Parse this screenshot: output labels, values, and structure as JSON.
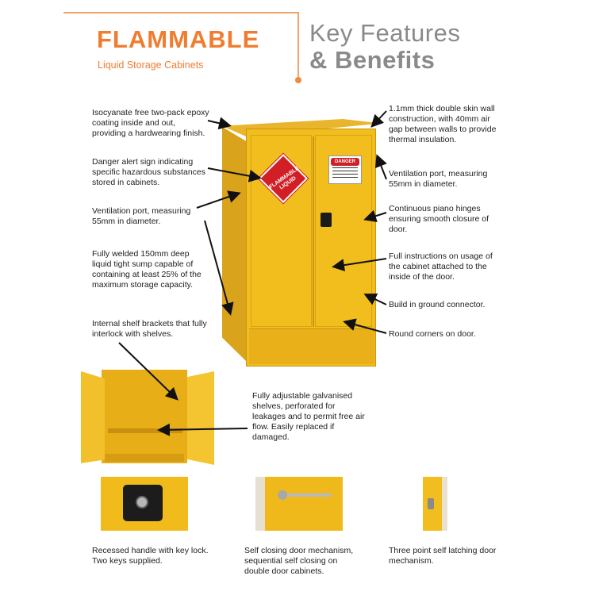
{
  "header": {
    "title": "FLAMMABLE",
    "subtitle": "Liquid Storage Cabinets",
    "key_features_line1": "Key Features",
    "key_features_line2": "& Benefits"
  },
  "cabinet": {
    "placard_text": "FLAMMABLE LIQUID",
    "danger_sign": "DANGER"
  },
  "callouts": {
    "epoxy": "Isocyanate free two-pack epoxy\ncoating inside and out,\nproviding a hardwearing finish.",
    "danger_sign": "Danger alert sign indicating\nspecific hazardous substances\nstored in cabinets.",
    "vent_left": "Ventilation port, measuring\n55mm in diameter.",
    "sump": "Fully welded 150mm deep\nliquid tight sump capable of\ncontaining at least 25% of the\nmaximum storage capacity.",
    "shelf_brackets": "Internal shelf brackets that fully\ninterlock with shelves.",
    "double_skin": "1.1mm thick double skin wall\nconstruction, with 40mm air\ngap between walls to provide\nthermal insulation.",
    "vent_right": "Ventilation port, measuring\n55mm in diameter.",
    "hinges": "Continuous piano hinges\nensuring smooth closure of\ndoor.",
    "instructions": "Full instructions on usage of\nthe cabinet attached to the\ninside of the door.",
    "ground": "Build in ground connector.",
    "round_corners": "Round corners on door.",
    "shelves": "Fully adjustable galvanised\nshelves, perforated for\nleakages and to permit free air\nflow.  Easily replaced if\ndamaged.",
    "handle": "Recessed handle with key lock.\nTwo keys supplied.",
    "self_closing": "Self closing door mechanism,\nsequential self closing on\ndouble door cabinets.",
    "latching": "Three point self latching door\nmechanism."
  }
}
